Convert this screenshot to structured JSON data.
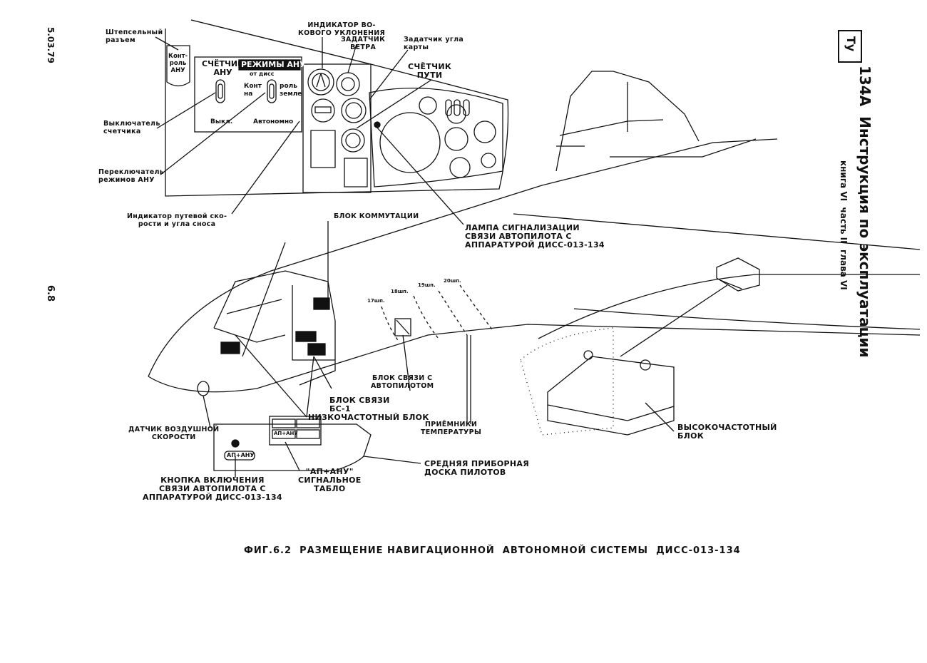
{
  "header": {
    "logo_text": "Ту",
    "doc_title": "134А  Инструкция по эксплуатации",
    "book_ref": "книга VI  часть II  глава VI",
    "date": "5.03.79",
    "page_number": "6.8"
  },
  "caption": "ФИГ.6.2  РАЗМЕЩЕНИЕ НАВИГАЦИОННОЙ  АВТОНОМНОЙ СИСТЕМЫ  ДИСС-013-134",
  "panel": {
    "counter_title": "СЧЁТЧИК\nАНУ",
    "modes_title": "РЕЖИМЫ АНУ",
    "modes_sub": "от диcс",
    "control_left": "Конт\nна",
    "control_right": "роль\nземле",
    "off_label": "Выкл.",
    "auto_label": "Автономно",
    "ctrl_anu": "Конт-\nроль\nАНУ"
  },
  "labels": {
    "plug": "Штепсельный\nразъем",
    "counter_switch": "Выключатель\nсчетчика",
    "mode_switch": "Переключатель\nрежимов АНУ",
    "speed_drift_indicator": "Индикатор путевой ско-\nрости и угла сноса",
    "course_deviation": "ИНДИКАТОР ВО-\nКОВОГО УКЛОНЕНИЯ",
    "wind_setter": "ЗАДАТЧИК\nВЕТРА",
    "map_angle_setter": "Задатчик угла\nкарты",
    "path_counter": "СЧЁТЧИК\nПУТИ",
    "signal_lamp": "ЛАМПА СИГНАЛИЗАЦИИ\nСВЯЗИ АВТОПИЛОТА С\nАППАРАТУРОЙ ДИСС-013-134",
    "switching_unit": "БЛОК КОММУТАЦИИ",
    "autopilot_link_unit": "БЛОК СВЯЗИ С\nАВТОПИЛОТОМ",
    "bs1_unit": "БЛОК СВЯЗИ\nБС-1",
    "lf_unit": "НИЗКОЧАСТОТНЫЙ БЛОК",
    "airspeed_sensor": "ДАТЧИК ВОЗДУШНОЙ\nСКОРОСТИ",
    "temp_receivers": "ПРИЁМНИКИ\nТЕМПЕРАТУРЫ",
    "hf_unit": "ВЫСОКОЧАСТОТНЫЙ\nБЛОК",
    "center_panel": "СРЕДНЯЯ ПРИБОРНАЯ\nДОСКА ПИЛОТОВ",
    "engage_button": "КНОПКА ВКЛЮЧЕНИЯ\nСВЯЗИ АВТОПИЛОТА С\nАППАРАТУРОЙ ДИСС-013-134",
    "signal_board": "\"АП+АНУ\"\nСИГНАЛЬНОЕ\nТАБЛО",
    "button_plate": "АП+АНУ",
    "board_plate": "АП+АНУ"
  },
  "frames": [
    "17шп.",
    "18шп.",
    "19шп.",
    "20шп."
  ]
}
